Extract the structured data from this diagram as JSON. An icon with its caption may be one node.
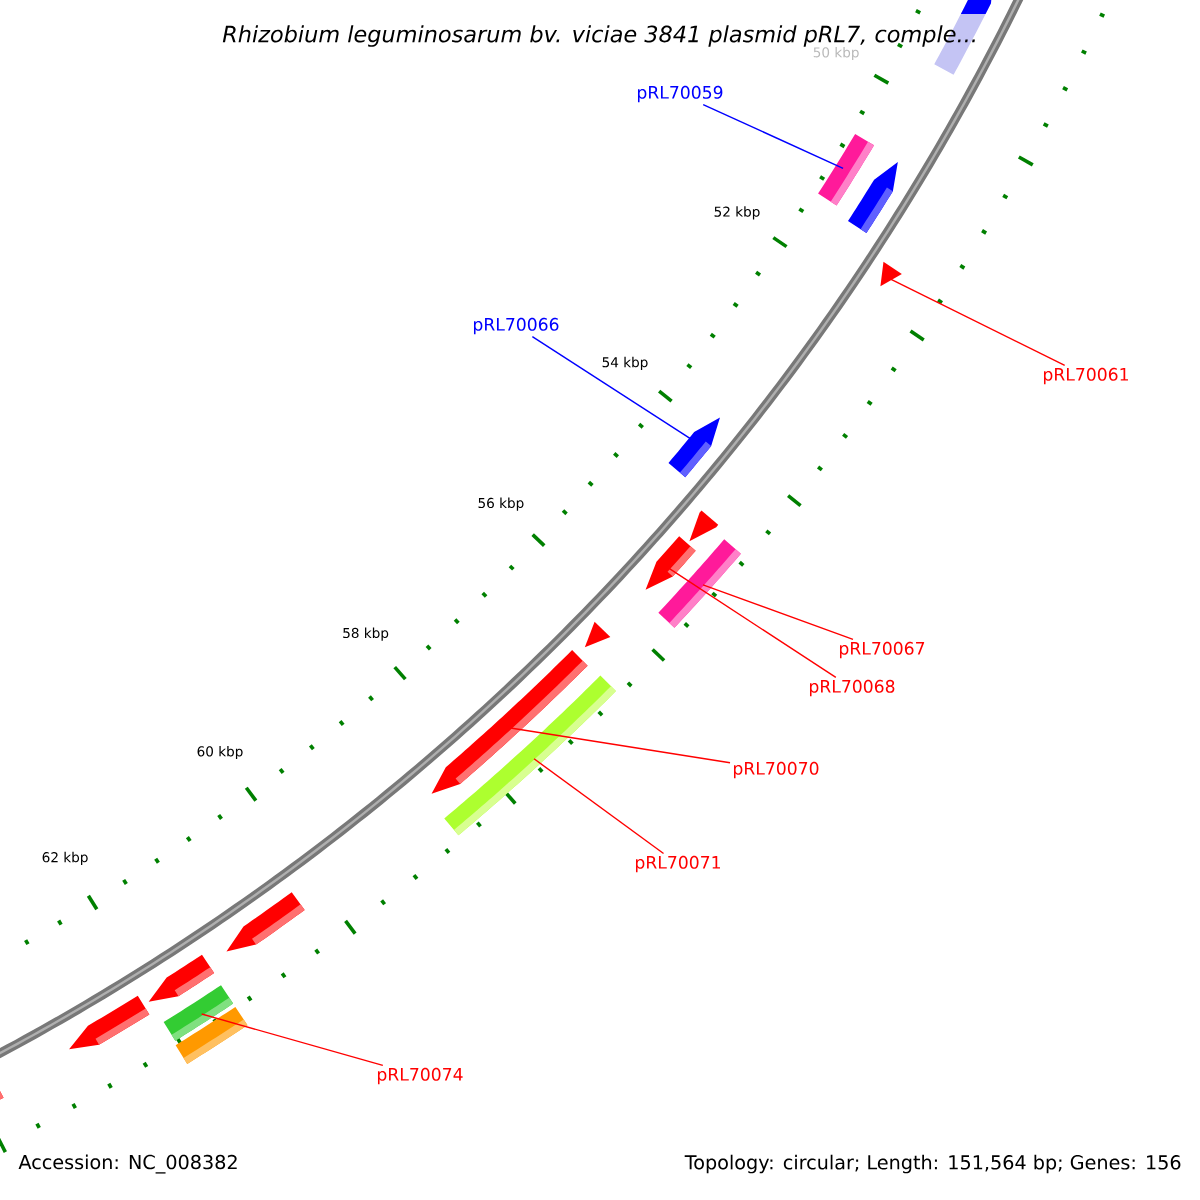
{
  "diagram": {
    "title": "*Rhizobium leguminosarum* bv. *viciae* 3841 plasmid pRL7, comple...",
    "nodes": [
      {
        "text": [],
        "shape": "arrow"
      },
      {
        "text": [],
        "shape": "bar"
      },
      {
        "text": [],
        "shape": "arrow"
      },
      {
        "text": [],
        "shape": "arrow"
      },
      {
        "text": [],
        "shape": "arrow"
      },
      {
        "text": [],
        "shape": "arrow"
      },
      {
        "text": [],
        "shape": "arrow"
      },
      {
        "text": [],
        "shape": "bar"
      },
      {
        "text": [],
        "shape": "arrow"
      },
      {
        "text": [],
        "shape": "arrow"
      },
      {
        "text": [],
        "shape": "bar"
      },
      {
        "text": [],
        "shape": "arrow"
      },
      {
        "text": [],
        "shape": "arrow"
      },
      {
        "text": [],
        "shape": "bar"
      },
      {
        "text": [],
        "shape": "bar"
      },
      {
        "text": [],
        "shape": "arrow"
      },
      {
        "text": [],
        "shape": "arrow"
      },
      {
        "text": [
          "pRL70059"
        ]
      },
      {
        "text": [
          "pRL70066"
        ]
      },
      {
        "text": [
          "pRL70061"
        ]
      },
      {
        "text": [
          "pRL70067"
        ]
      },
      {
        "text": [
          "pRL70068"
        ]
      },
      {
        "text": [
          "pRL70070"
        ]
      },
      {
        "text": [
          "pRL70071"
        ]
      },
      {
        "text": [
          "pRL70074"
        ]
      }
    ],
    "edges": [
      {
        "from": 17,
        "to": 1,
        "arrow": "none",
        "color": "#0000ff"
      },
      {
        "from": 18,
        "to": 4,
        "arrow": "none",
        "color": "#0000ff"
      },
      {
        "from": 19,
        "to": 3,
        "arrow": "none"
      },
      {
        "from": 20,
        "to": 7,
        "arrow": "none"
      },
      {
        "from": 21,
        "to": 6,
        "arrow": "none"
      },
      {
        "from": 22,
        "to": 9,
        "arrow": "none"
      },
      {
        "from": 23,
        "to": 10,
        "arrow": "none"
      },
      {
        "from": 24,
        "to": 13,
        "arrow": "none"
      }
    ],
    "labels": [
      "50 kbp",
      "52 kbp",
      "54 kbp",
      "56 kbp",
      "58 kbp",
      "60 kbp",
      "62 kbp",
      "Accession: NC_008382",
      "Topology: circular; Length: 151,564 bp; Genes: 156"
    ]
  }
}
